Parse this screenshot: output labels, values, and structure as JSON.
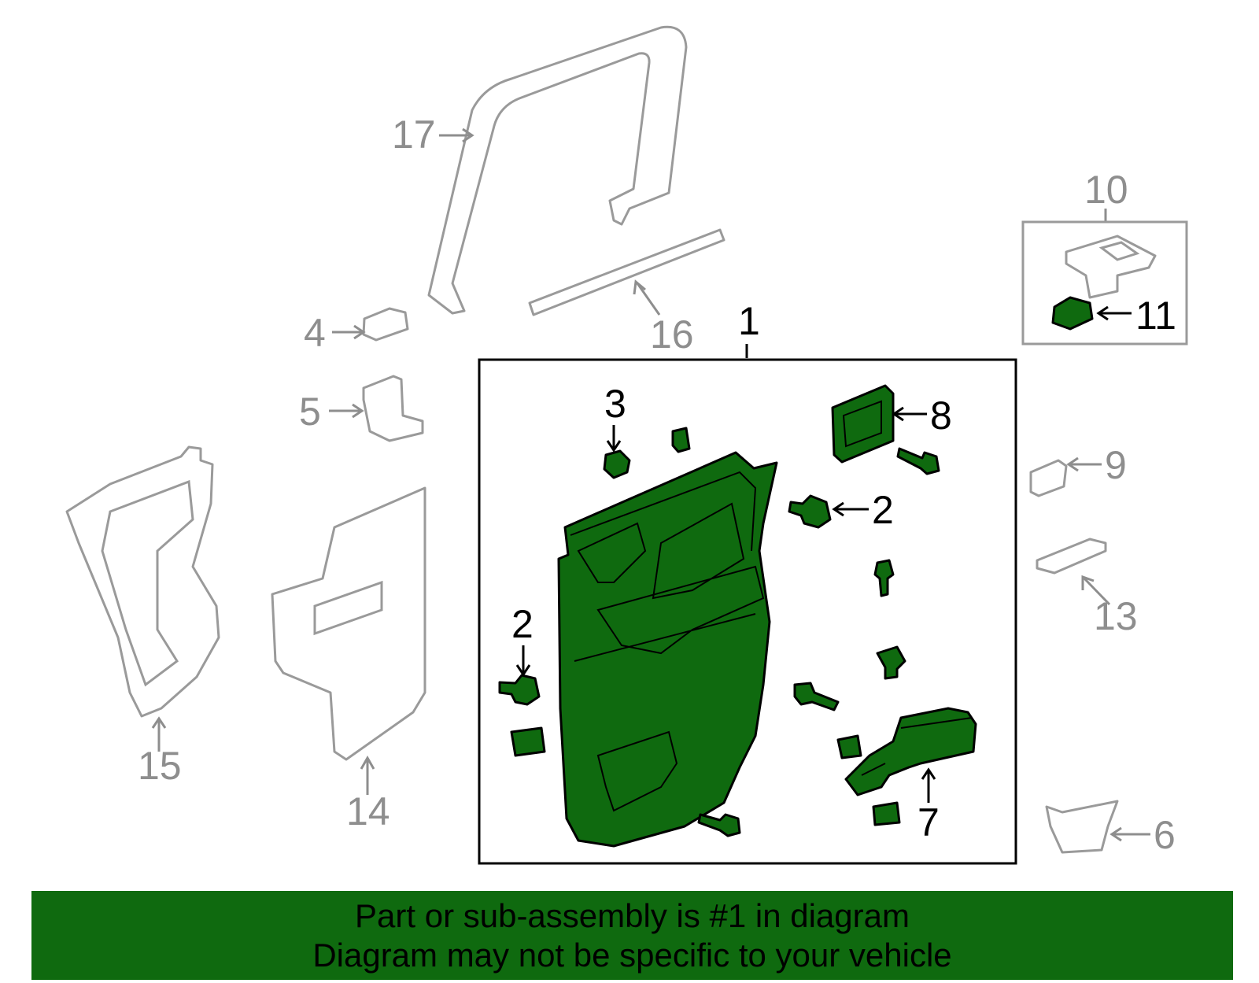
{
  "callouts": {
    "c1": "1",
    "c2a": "2",
    "c2b": "2",
    "c3": "3",
    "c4": "4",
    "c5": "5",
    "c6": "6",
    "c7": "7",
    "c8": "8",
    "c9": "9",
    "c10": "10",
    "c11": "11",
    "c13": "13",
    "c14": "14",
    "c15": "15",
    "c16": "16",
    "c17": "17"
  },
  "colors": {
    "highlight": "#0f6a0f",
    "inactive": "#9a9a9a",
    "outline": "#000000"
  },
  "banner": {
    "line1": "Part or sub-assembly is #1 in diagram",
    "line2": "Diagram may not be specific to your vehicle"
  }
}
